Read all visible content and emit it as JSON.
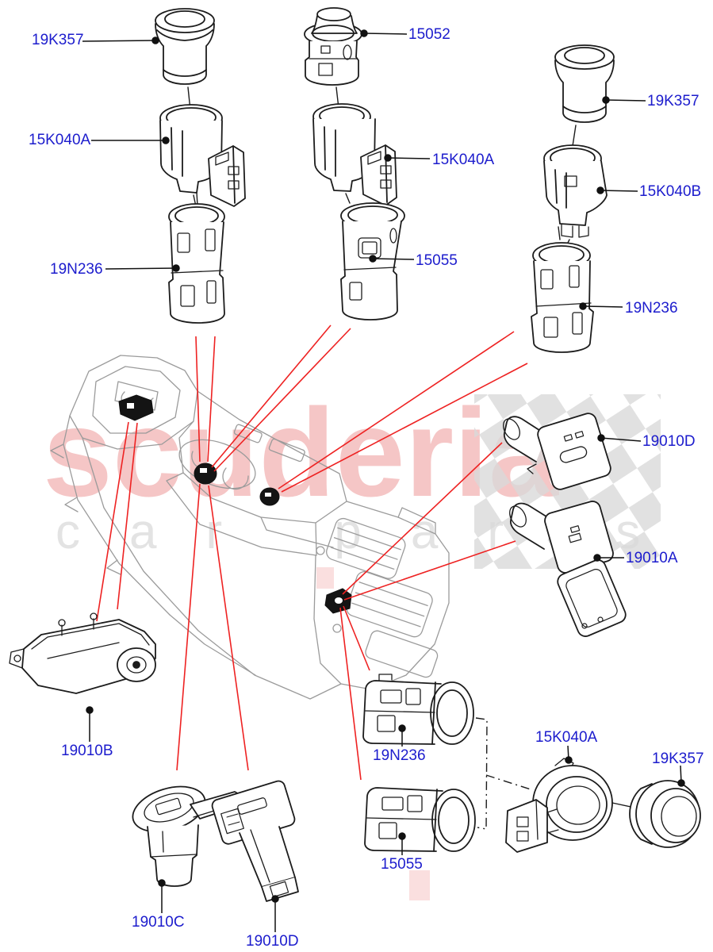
{
  "watermark": {
    "brand": "scuderia",
    "tagline": "car parts"
  },
  "colors": {
    "label_blue": "#1c1ccd",
    "callout_red": "#ee2222",
    "leader_black": "#111111",
    "console_gray": "#9b9b9b",
    "watermark_pink": "#f5c6c6",
    "watermark_gray": "#e3e3e3",
    "checker_gray": "#d9d9d9",
    "background": "#ffffff"
  },
  "labels": [
    {
      "part": "19K357",
      "location": "top-left-socket-cap"
    },
    {
      "part": "15K040A",
      "location": "left-socket-housing"
    },
    {
      "part": "19N236",
      "location": "left-socket-body"
    },
    {
      "part": "15052",
      "location": "center-lighter-element"
    },
    {
      "part": "15K040A",
      "location": "center-socket-housing"
    },
    {
      "part": "15055",
      "location": "center-socket-body"
    },
    {
      "part": "19K357",
      "location": "right-socket-cap"
    },
    {
      "part": "15K040B",
      "location": "right-socket-housing"
    },
    {
      "part": "19N236",
      "location": "right-socket-body"
    },
    {
      "part": "19010D",
      "location": "usb-socket-upper-right"
    },
    {
      "part": "19010A",
      "location": "usb-socket-right-with-lid"
    },
    {
      "part": "19010B",
      "location": "power-module-bottom-left"
    },
    {
      "part": "19010C",
      "location": "usb-socket-bottom-left"
    },
    {
      "part": "19010D",
      "location": "usb-socket-bottom-center"
    },
    {
      "part": "19N236",
      "location": "socket-body-bottom-right-upper"
    },
    {
      "part": "15055",
      "location": "socket-body-bottom-right-lower"
    },
    {
      "part": "15K040A",
      "location": "socket-housing-bottom-right"
    },
    {
      "part": "19K357",
      "location": "socket-cap-bottom-right"
    }
  ]
}
